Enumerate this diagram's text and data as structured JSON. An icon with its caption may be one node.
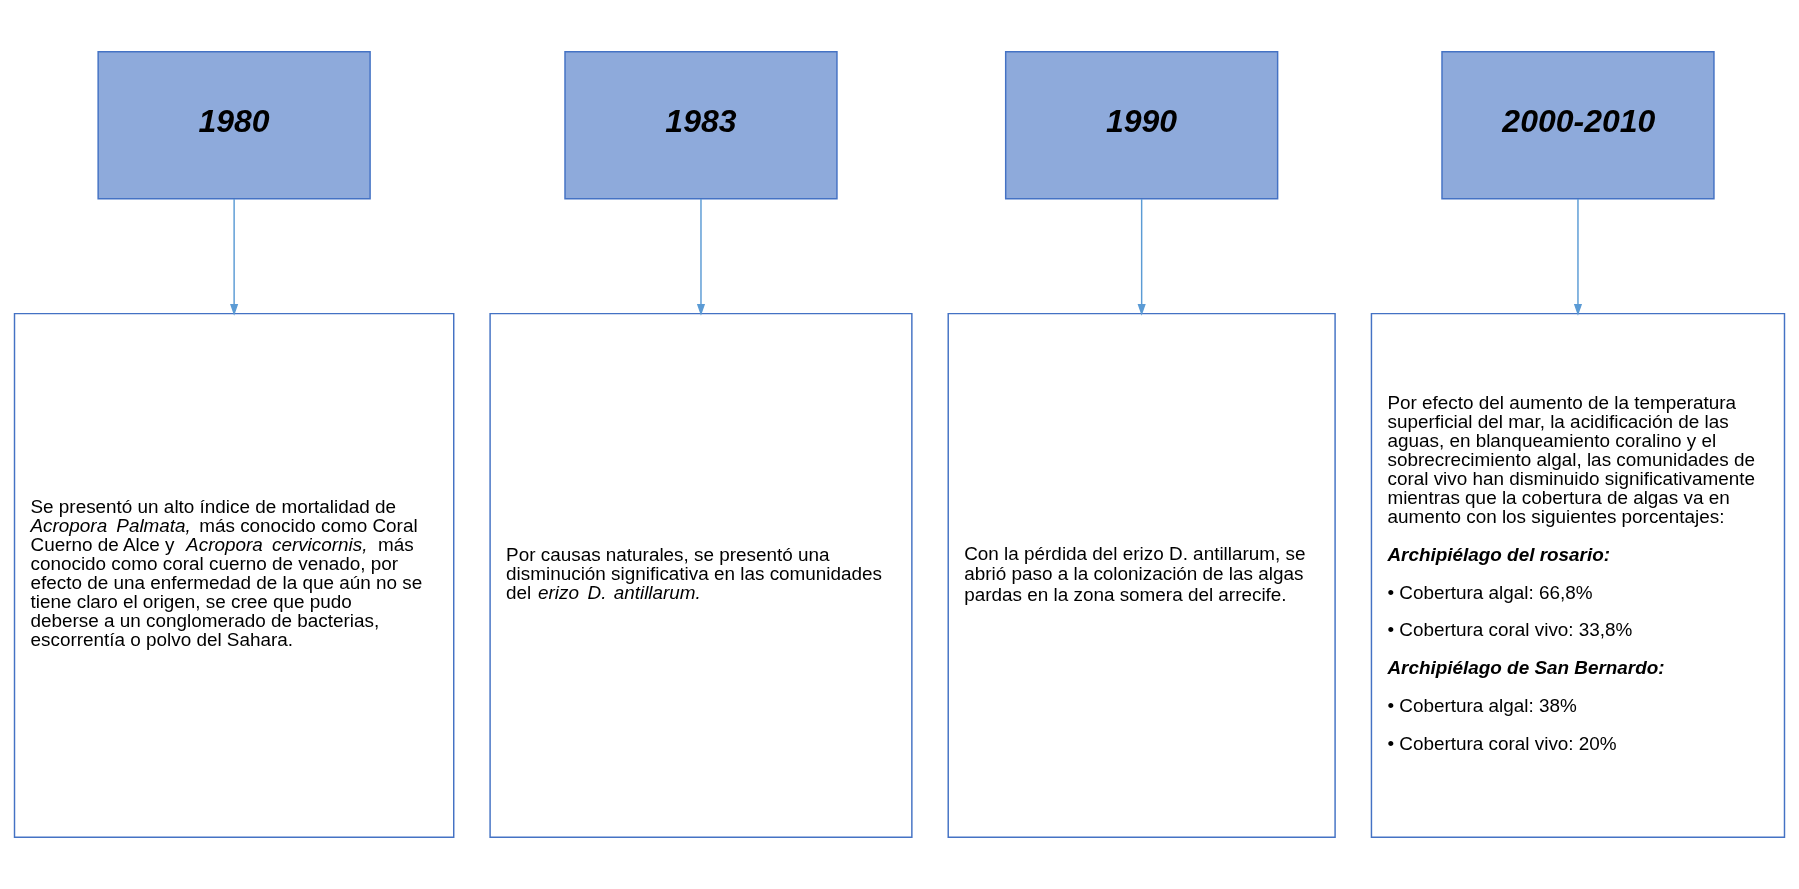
{
  "diagram": {
    "nodes": [
      {
        "text": [
          "1980"
        ]
      },
      {
        "text": [
          "1983"
        ]
      },
      {
        "text": [
          "1990"
        ]
      },
      {
        "text": [
          "2000-2010"
        ]
      },
      {
        "text": [
          "Se presentó un alto índice de mortalidad de *Acropora Palmata,* más conocido como Coral Cuerno de Alce y *Acropora cervicornis,* más conocido como coral cuerno de venado, por efecto de una enfermedad de la que aún no se tiene claro el origen, se cree que pudo deberse a un conglomerado de bacterias, escorrentía o polvo del Sahara."
        ]
      },
      {
        "text": [
          "Por causas naturales, se presentó una disminución significativa en las comunidades del *erizo D. antillarum.*"
        ]
      },
      {
        "text": [
          "Con la pérdida del erizo D. antillarum, se abrió paso a la colonización de las algas pardas en la zona somera del arrecife."
        ]
      },
      {
        "text": [
          "Por efecto del aumento de la temperatura superficial del mar, la acidificación de las aguas, en blanqueamiento coralino y el sobrecrecimiento algal, las comunidades de coral vivo han disminuido significativamente mientras que la cobertura de algas va en aumento con los siguientes porcentajes:",
          "Archipiélago del rosario:",
          "• Cobertura algal: 66,8%",
          "• Cobertura coral vivo: 33,8%",
          "Archipiélago de San Bernardo:",
          "• Cobertura algal: 38%",
          "• Cobertura coral vivo: 20%"
        ]
      }
    ],
    "edges": [
      {
        "from": 0,
        "to": 4,
        "arrow": "to"
      },
      {
        "from": 1,
        "to": 5,
        "arrow": "to"
      },
      {
        "from": 2,
        "to": 6,
        "arrow": "to"
      },
      {
        "from": 3,
        "to": 7,
        "arrow": "to"
      }
    ]
  }
}
